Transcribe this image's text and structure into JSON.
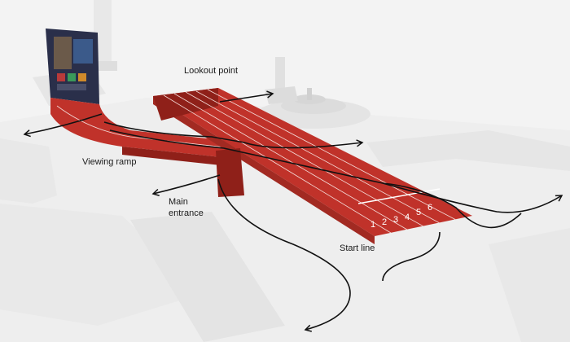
{
  "labels": {
    "lookout": "Lookout point",
    "viewing_ramp": "Viewing ramp",
    "main_entrance_1": "Main",
    "main_entrance_2": "entrance",
    "start_line": "Start line"
  },
  "lanes": [
    "1",
    "2",
    "3",
    "4",
    "5",
    "6"
  ],
  "colors": {
    "track": "#c0322a",
    "track_dark": "#8f2019",
    "track_side": "#a22a22",
    "line": "#111111",
    "ground": "#f3f3f3",
    "stone": "#e2e2e2",
    "screen": "#2a2f4a"
  },
  "icons": {
    "arrow": "arrowhead-icon"
  }
}
